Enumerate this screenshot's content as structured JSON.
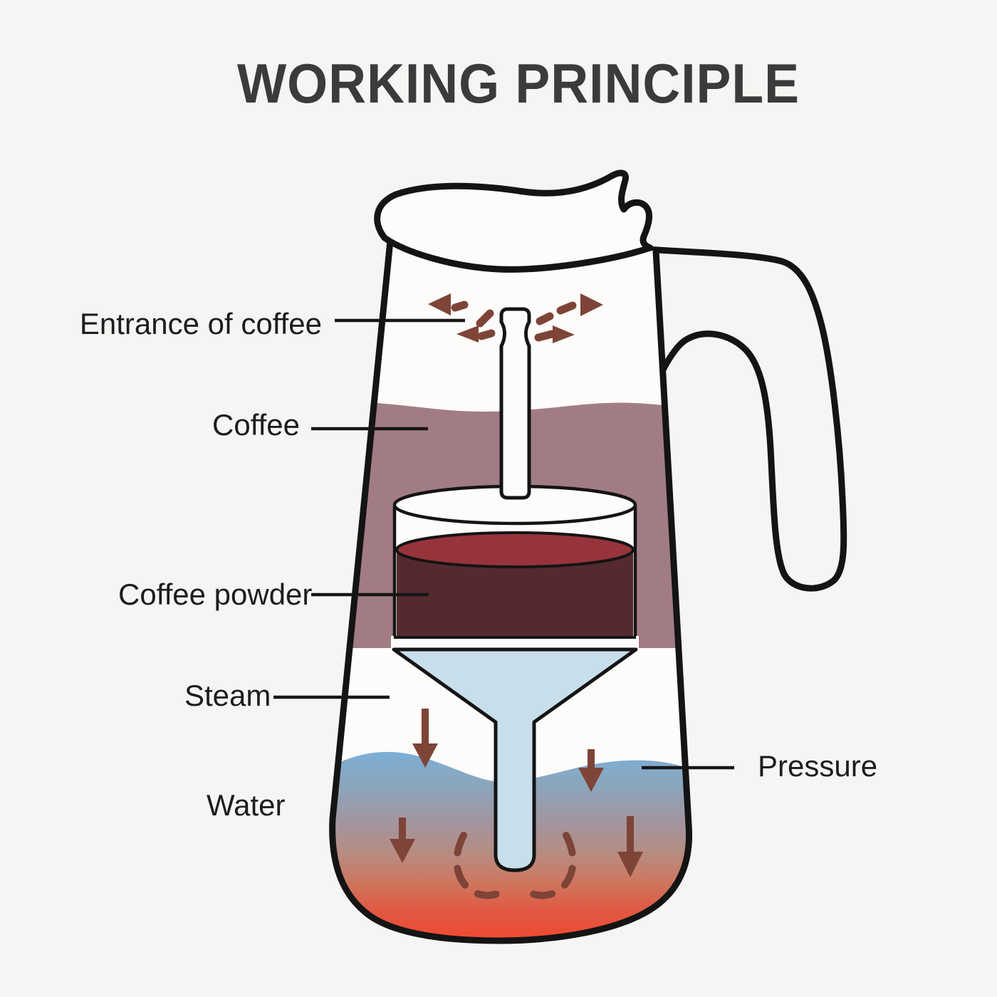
{
  "title": "WORKING PRINCIPLE",
  "labels": {
    "entrance": "Entrance of coffee",
    "coffee": "Coffee",
    "coffee_powder": "Coffee powder",
    "steam": "Steam",
    "water": "Water",
    "pressure": "Pressure"
  },
  "colors": {
    "background": "#f6f5f3",
    "pot_interior": "#fdfcfb",
    "outline": "#141414",
    "title_text": "#3c3a3d",
    "label_text": "#1d1d1d",
    "coffee_layer": "#a27c85",
    "coffee_powder_top": "#97333c",
    "coffee_powder_body": "#542a2e",
    "funnel_blue": "#c8dfeb",
    "water_top_blue": "#79b0dc",
    "water_bottom_red": "#ee4a2f",
    "arrow_brown": "#7d4437"
  }
}
